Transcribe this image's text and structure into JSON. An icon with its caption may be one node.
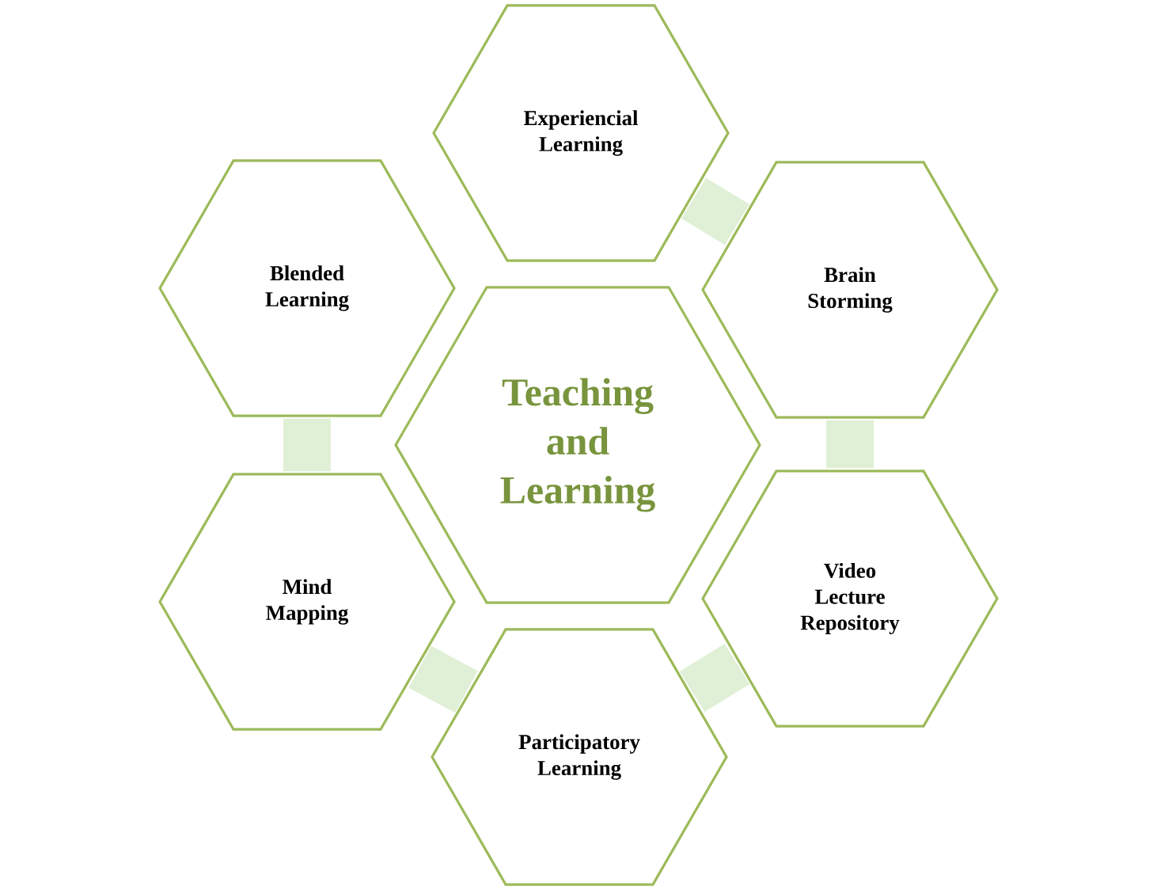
{
  "diagram": {
    "nodes": [
      {
        "text": [
          "Teaching and Learning"
        ]
      },
      {
        "text": [
          "Experiencial Learning"
        ]
      },
      {
        "text": [
          "Brain Storming"
        ]
      },
      {
        "text": [
          "Video Lecture Repository"
        ]
      },
      {
        "text": [
          "Participatory Learning"
        ]
      },
      {
        "text": [
          "Mind Mapping"
        ]
      },
      {
        "text": [
          "Blended Learning"
        ]
      }
    ],
    "edges": [
      {
        "from": 1,
        "to": 2,
        "arrow": "none"
      },
      {
        "from": 2,
        "to": 3,
        "arrow": "none"
      },
      {
        "from": 3,
        "to": 4,
        "arrow": "none"
      },
      {
        "from": 4,
        "to": 5,
        "arrow": "none"
      },
      {
        "from": 5,
        "to": 6,
        "arrow": "none"
      }
    ]
  }
}
